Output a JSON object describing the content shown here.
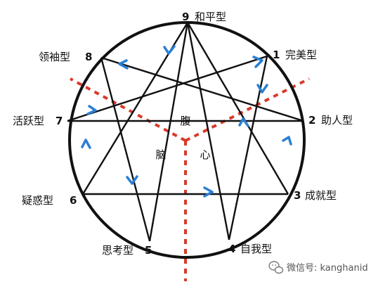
{
  "points": {
    "9": {
      "num": "9",
      "name": "和平型"
    },
    "1": {
      "num": "1",
      "name": "完美型"
    },
    "2": {
      "num": "2",
      "name": "助人型"
    },
    "3": {
      "num": "3",
      "name": "成就型"
    },
    "4": {
      "num": "4",
      "name": "自我型"
    },
    "5": {
      "num": "5",
      "name": "思考型"
    },
    "6": {
      "num": "6",
      "name": "疑惑型"
    },
    "7": {
      "num": "7",
      "name": "活跃型"
    },
    "8": {
      "num": "8",
      "name": "领袖型"
    }
  },
  "centers": {
    "gut": "腹",
    "head": "脑",
    "heart": "心"
  },
  "watermark": {
    "text": "微信号: kanghanid",
    "icon": "wechat-icon"
  },
  "colors": {
    "line": "#111111",
    "arrow": "#2a7fd4",
    "divider": "#d93a2b"
  }
}
